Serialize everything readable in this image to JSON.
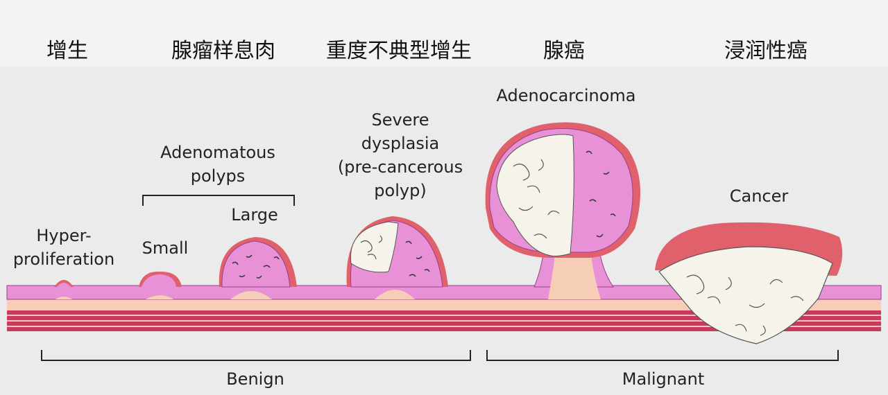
{
  "chinese_headings": [
    "增生",
    "腺瘤样息肉",
    "重度不典型增生",
    "腺癌",
    "浸润性癌"
  ],
  "labels": {
    "hyper_line1": "Hyper-",
    "hyper_line2": "proliferation",
    "small": "Small",
    "adenomatous_line1": "Adenomatous",
    "adenomatous_line2": "polyps",
    "large": "Large",
    "severe_line1": "Severe",
    "severe_line2": "dysplasia",
    "severe_line3": "(pre-cancerous",
    "severe_line4": "polyp)",
    "adenocarcinoma": "Adenocarcinoma",
    "cancer": "Cancer",
    "benign": "Benign",
    "malignant": "Malignant"
  },
  "colors": {
    "mucosa_pink": "#e991d6",
    "submucosa_peach": "#f6cdb6",
    "muscle_red": "#c93a5a",
    "tumor_red": "#e0606c",
    "cancer_white": "#f5f3ea"
  }
}
